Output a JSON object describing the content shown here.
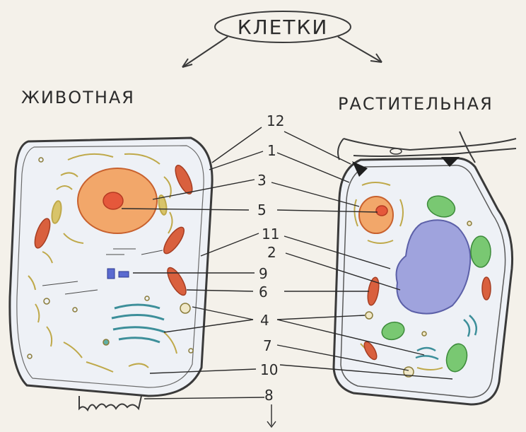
{
  "diagram": {
    "title": "КЛЕТКИ",
    "left_label": "ЖИВОТНАЯ",
    "right_label": "РАСТИТЕЛЬНАЯ",
    "labels": [
      "12",
      "1",
      "3",
      "5",
      "11",
      "2",
      "9",
      "6",
      "4",
      "7",
      "10",
      "8"
    ]
  },
  "colors": {
    "paper": "#f4f1ea",
    "outline": "#3a3a3a",
    "cytoplasm": "#eef1f6",
    "nucleus": "#f2a76a",
    "nucleolus": "#e5583b",
    "mitochondria": "#d9603e",
    "er": "#d8c46a",
    "golgi": "#3d8f9a",
    "vacuole": "#9fa3dd",
    "chloroplast": "#79c872",
    "cell_wall_dark": "#1e1e1e"
  }
}
